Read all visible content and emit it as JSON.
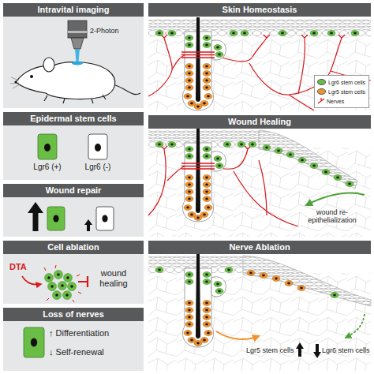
{
  "diagram": {
    "nodes": [
      {
        "text": [
          "Intravital imaging"
        ]
      },
      {
        "text": [
          "Epidermal stem cells"
        ]
      },
      {
        "text": [
          "Wound repair"
        ]
      },
      {
        "text": [
          "Cell ablation"
        ]
      },
      {
        "text": [
          "Loss of nerves"
        ]
      },
      {
        "text": [
          "Skin Homeostasis"
        ]
      },
      {
        "text": [
          "Wound Healing"
        ]
      },
      {
        "text": [
          "Nerve Ablation"
        ]
      }
    ],
    "labels": [
      "2-Photon",
      "Lgr6 (+)",
      "Lgr6 (-)",
      "DTA",
      "wound healing",
      "↑ Differentiation",
      "↓ Self-renewal",
      "wound re-epithelialization",
      "Lgr5 stem cells",
      "Lgr6 stem cells"
    ],
    "legend": [
      {
        "text": "Lgr6 stem cells",
        "color": "#6abd45"
      },
      {
        "text": "Lgr5 stem cells",
        "color": "#f0932f"
      },
      {
        "text": "Nerves"
      }
    ]
  }
}
